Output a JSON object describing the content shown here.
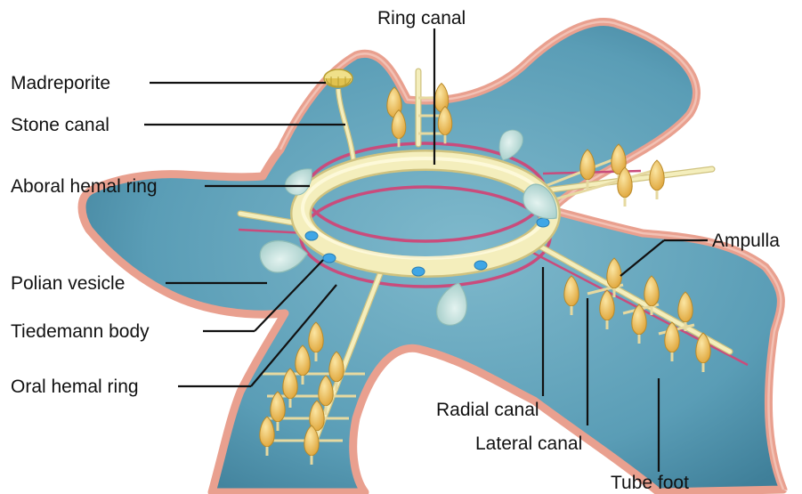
{
  "labels": {
    "ring_canal": "Ring canal",
    "madreporite": "Madreporite",
    "stone_canal": "Stone canal",
    "aboral_hemal_ring": "Aboral hemal ring",
    "polian_vesicle": "Polian vesicle",
    "tiedemann_body": "Tiedemann body",
    "oral_hemal_ring": "Oral hemal ring",
    "ampulla": "Ampulla",
    "radial_canal": "Radial canal",
    "lateral_canal": "Lateral canal",
    "tube_foot": "Tube foot"
  },
  "colors": {
    "body_fill": "#5b9fb8",
    "body_rim": "#e9a08f",
    "canal": "#f4eebc",
    "canal_edge": "#cfc27f",
    "hemal": "#c94c7c",
    "ampulla": "#efc35c",
    "ampulla_edge": "#b98a2a",
    "vesicle": "#bfe0dc",
    "tiedemann": "#3fa6e6"
  }
}
